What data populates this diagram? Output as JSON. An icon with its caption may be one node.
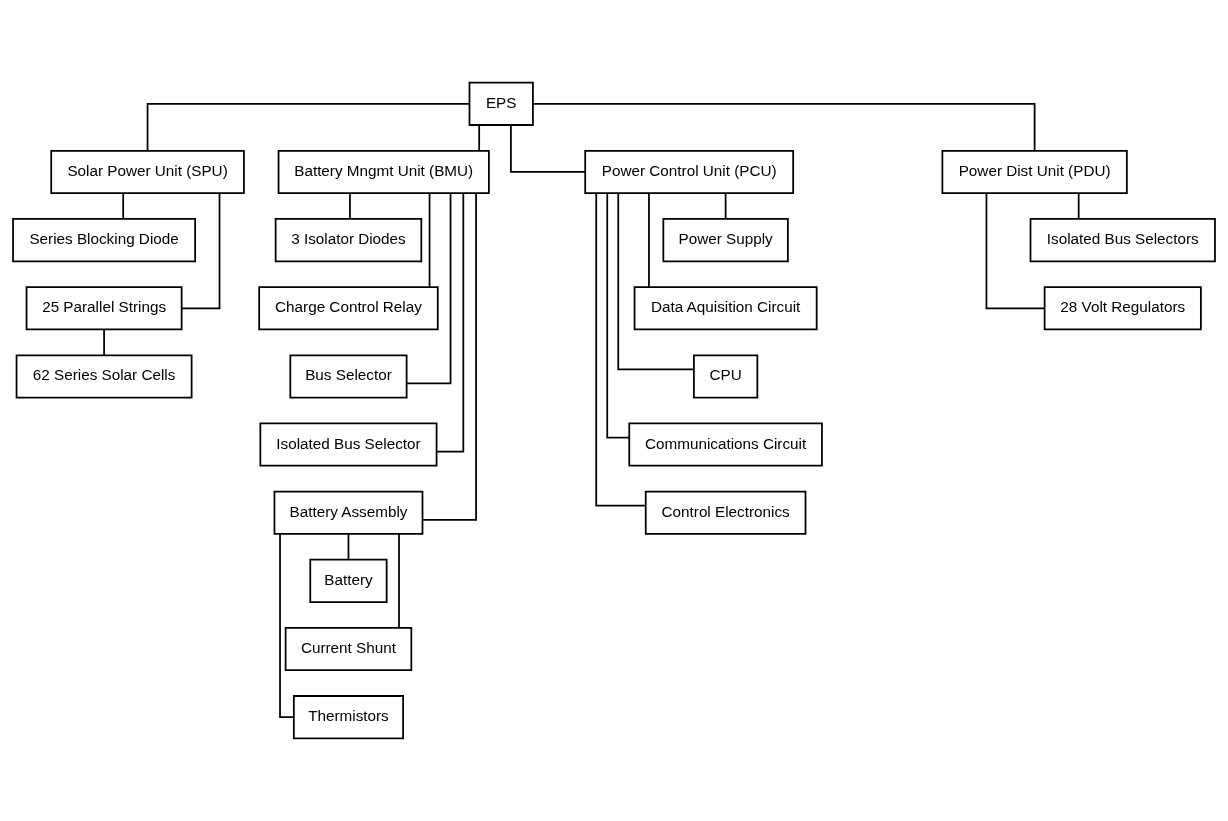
{
  "diagram": {
    "nodes": [
      {
        "text": [
          "EPS"
        ]
      },
      {
        "text": [
          "Solar Power Unit (SPU)"
        ]
      },
      {
        "text": [
          "Battery Mngmt Unit (BMU)"
        ]
      },
      {
        "text": [
          "Power Control Unit (PCU)"
        ]
      },
      {
        "text": [
          "Power Dist Unit (PDU)"
        ]
      },
      {
        "text": [
          "Series Blocking Diode"
        ]
      },
      {
        "text": [
          "25 Parallel Strings"
        ]
      },
      {
        "text": [
          "62 Series Solar Cells"
        ]
      },
      {
        "text": [
          "3 Isolator Diodes"
        ]
      },
      {
        "text": [
          "Charge Control Relay"
        ]
      },
      {
        "text": [
          "Bus Selector"
        ]
      },
      {
        "text": [
          "Isolated Bus Selector"
        ]
      },
      {
        "text": [
          "Battery Assembly"
        ]
      },
      {
        "text": [
          "Battery"
        ]
      },
      {
        "text": [
          "Current Shunt"
        ]
      },
      {
        "text": [
          "Thermistors"
        ]
      },
      {
        "text": [
          "Power Supply"
        ]
      },
      {
        "text": [
          "Data Aquisition Circuit"
        ]
      },
      {
        "text": [
          "CPU"
        ]
      },
      {
        "text": [
          "Communications Circuit"
        ]
      },
      {
        "text": [
          "Control Electronics"
        ]
      },
      {
        "text": [
          "Isolated Bus Selectors"
        ]
      },
      {
        "text": [
          "28 Volt Regulators"
        ]
      }
    ],
    "edges": [
      {
        "from": 0,
        "to": 1,
        "arrow": "none"
      },
      {
        "from": 0,
        "to": 2,
        "arrow": "none"
      },
      {
        "from": 0,
        "to": 3,
        "arrow": "none"
      },
      {
        "from": 0,
        "to": 4,
        "arrow": "none"
      },
      {
        "from": 1,
        "to": 5,
        "arrow": "none"
      },
      {
        "from": 1,
        "to": 6,
        "arrow": "none"
      },
      {
        "from": 6,
        "to": 7,
        "arrow": "none"
      },
      {
        "from": 2,
        "to": 8,
        "arrow": "none"
      },
      {
        "from": 2,
        "to": 9,
        "arrow": "none"
      },
      {
        "from": 2,
        "to": 10,
        "arrow": "none"
      },
      {
        "from": 2,
        "to": 11,
        "arrow": "none"
      },
      {
        "from": 2,
        "to": 12,
        "arrow": "none"
      },
      {
        "from": 12,
        "to": 13,
        "arrow": "none"
      },
      {
        "from": 12,
        "to": 14,
        "arrow": "none"
      },
      {
        "from": 12,
        "to": 15,
        "arrow": "none"
      },
      {
        "from": 3,
        "to": 16,
        "arrow": "none"
      },
      {
        "from": 3,
        "to": 17,
        "arrow": "none"
      },
      {
        "from": 3,
        "to": 18,
        "arrow": "none"
      },
      {
        "from": 3,
        "to": 19,
        "arrow": "none"
      },
      {
        "from": 3,
        "to": 20,
        "arrow": "none"
      },
      {
        "from": 4,
        "to": 21,
        "arrow": "none"
      },
      {
        "from": 4,
        "to": 22,
        "arrow": "none"
      }
    ]
  }
}
